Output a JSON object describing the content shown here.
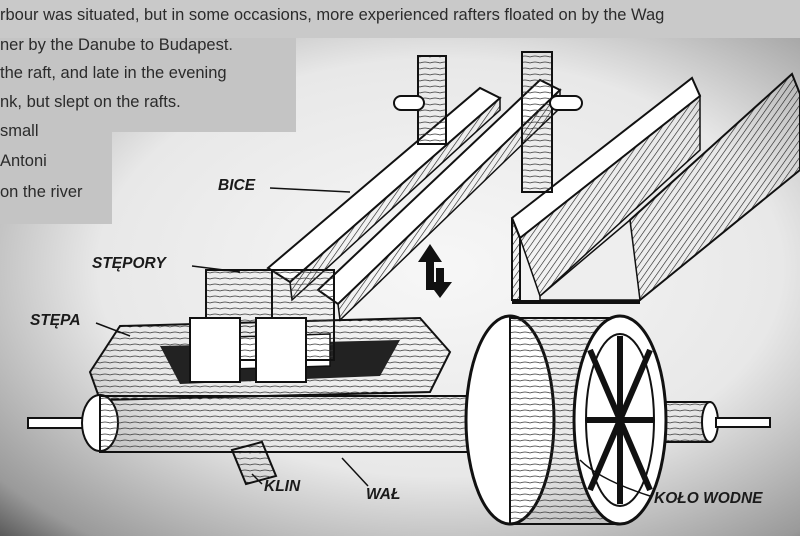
{
  "text_panel": {
    "lines": [
      "rbour was situated, but in some occasions, more experienced rafters floated on by the Wag",
      "ner by the Danube to Budapest.",
      " the raft, and late in the evening",
      "nk, but slept on the rafts.",
      " small",
      "Antoni",
      " on the river"
    ]
  },
  "diagram": {
    "labels": {
      "bice": "BICE",
      "stepory": "STĘPORY",
      "stepa": "STĘPA",
      "klin": "KLIN",
      "wal": "WAŁ",
      "kolo_wodne": "KOŁO WODNE"
    },
    "arrow_icon": "up-down-arrows-icon"
  }
}
